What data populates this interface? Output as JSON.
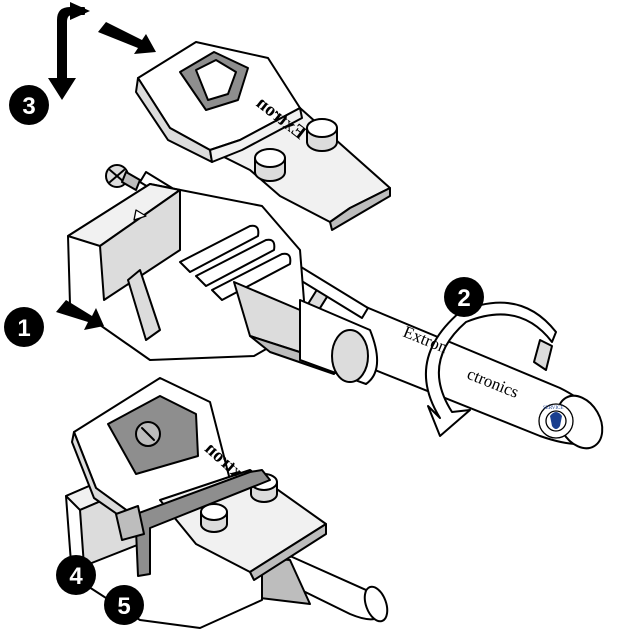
{
  "steps": [
    "1",
    "2",
    "3",
    "4",
    "5"
  ],
  "cable_text": {
    "left": "Extron",
    "right": "ctronics"
  },
  "brand_labels": {
    "top_housing": "Extron",
    "bottom_housing": "Extron"
  },
  "icons": {
    "service_logo": "service-logo-icon",
    "rotation_arrow": "rotate-arrow-icon",
    "push_arrows": "arrow-icon"
  }
}
